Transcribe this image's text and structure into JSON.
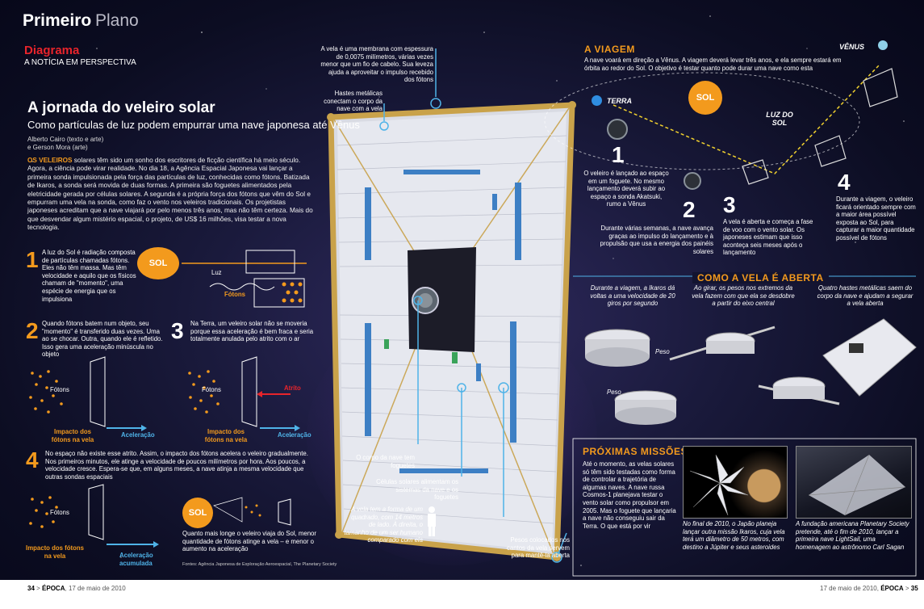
{
  "header": {
    "brand_bold": "Primeiro",
    "brand_light": "Plano",
    "section": "Diagrama",
    "section_sub": "A NOTÍCIA EM PERSPECTIVA"
  },
  "article": {
    "title": "A jornada do veleiro solar",
    "subtitle": "Como partículas de luz podem empurrar uma nave japonesa até Vênus",
    "credit_1": "Alberto Cairo (texto e arte)",
    "credit_2": "e Gerson Mora (arte)",
    "intro_lead": "OS VELEIROS",
    "intro": "solares têm sido um sonho dos escritores de ficção científica há meio século. Agora, a ciência pode virar realidade. No dia 18, a Agência Espacial Japonesa vai lançar a primeira sonda impulsionada pela força das partículas de luz, conhecidas como fótons. Batizada de Ikaros, a sonda será movida de duas formas. A primeira são foguetes alimentados pela eletricidade gerada por células solares. A segunda é a própria força dos fótons que vêm do Sol e empurram uma vela na sonda, como faz o vento nos veleiros tradicionais. Os projetistas japoneses acreditam que a nave viajará por pelo menos três anos, mas não têm certeza. Mais do que desvendar algum mistério espacial, o projeto, de US$ 16 milhões, visa testar a nova tecnologia."
  },
  "steps_left": {
    "s1_num": "1",
    "s1_text": "A luz do Sol é radiação composta de partículas chamadas fótons. Eles não têm massa. Mas têm velocidade e aquilo que os físicos chamam de \"momento\", uma espécie de energia que os impulsiona",
    "sol_label": "SOL",
    "luz_label": "Luz",
    "fotons_label": "Fótons",
    "s2_num": "2",
    "s2_text": "Quando fótons batem num objeto, seu \"momento\" é transferido duas vezes. Uma ao se chocar. Outra, quando ele é refletido. Isso gera uma aceleração minúscula no objeto",
    "s3_num": "3",
    "s3_text": "Na Terra, um veleiro solar não se moveria porque essa aceleração é bem fraca e seria totalmente anulada pelo atrito com o ar",
    "fotons_a": "Fótons",
    "impacto_a": "Impacto dos fótons na vela",
    "aceleracao_a": "Aceleração",
    "fotons_b": "Fótons",
    "atrito_b": "Atrito",
    "impacto_b": "Impacto dos fótons na vela",
    "aceleracao_b": "Aceleração",
    "s4_num": "4",
    "s4_text": "No espaço não existe esse atrito. Assim, o impacto dos fótons acelera o veleiro gradualmente. Nos primeiros minutos, ele atinge a velocidade de poucos milímetros por hora. Aos poucos, a velocidade cresce. Espera-se que, em alguns meses, a nave atinja a mesma velocidade que outras sondas espaciais",
    "fotons_c": "Fótons",
    "impacto_c": "Impacto dos fótons na vela",
    "aceleracao_c": "Aceleração acumulada",
    "sol_label_2": "SOL",
    "s5_text": "Quanto mais longe o veleiro viaja do Sol, menor quantidade de fótons atinge a vela – e menor o aumento na aceleração",
    "source": "Fontes: Agência Japonesa de Exploração Aeroespacial, The Planetary Society"
  },
  "sail": {
    "membrane": "A vela é uma membrana com espessura de 0,0075 milímetros, várias vezes menor que um fio de cabelo. Sua leveza ajuda a aproveitar o impulso recebido dos fótons",
    "rods": "Hastes metálicas conectam o corpo da nave com a vela",
    "body": "O corpo da nave tem foguetes",
    "cells": "Células solares alimentam os sistemas da nave e os foguetes",
    "square": "A vela tem a forma de um quadrado, com 14 metros de lado. À direita, o tamanho de um ser humano comparado com ela",
    "weights": "Pesos colocados nos cantos da vela servem para mantê-la aberta"
  },
  "voyage": {
    "title": "A VIAGEM",
    "intro": "A nave voará em direção a Vênus. A viagem deverá levar três anos, e ela sempre estará em órbita ao redor do Sol. O objetivo é testar quanto pode durar uma nave como esta",
    "venus": "VÊNUS",
    "terra": "TERRA",
    "sol": "SOL",
    "luz_do_sol": "LUZ DO SOL",
    "v1_num": "1",
    "v1_text": "O veleiro é lançado ao espaço em um foguete. No mesmo lançamento deverá subir ao espaço a sonda Akatsuki, rumo a Vênus",
    "v2_num": "2",
    "v2_text": "Durante várias semanas, a nave avança graças ao impulso do lançamento e à propulsão que usa a energia dos painéis solares",
    "v3_num": "3",
    "v3_text": "A vela é aberta e começa a fase de voo com o vento solar. Os japoneses estimam que isso aconteça seis meses após o lançamento",
    "v4_num": "4",
    "v4_text": "Durante a viagem, o veleiro ficará orientado sempre com a maior área possível exposta ao Sol, para capturar a maior quantidade possível de fótons"
  },
  "opening": {
    "title": "COMO A VELA É ABERTA",
    "o1": "Durante a viagem, a Ikaros dá voltas a uma velocidade de 20 giros por segundo",
    "o2": "Ao girar, os pesos nos extremos da vela fazem com que ela se desdobre a partir do eixo central",
    "o3": "Quatro hastes metálicas saem do corpo da nave e ajudam a segurar a vela aberta",
    "peso_1": "Peso",
    "peso_2": "Peso"
  },
  "missions": {
    "title": "PRÓXIMAS MISSÕES",
    "text": "Até o momento, as velas solares só têm sido testadas como forma de controlar a trajetória de algumas naves. A nave russa Cosmos-1 planejava testar o vento solar como propulsor em 2005. Mas o foguete que lançaria a nave não conseguiu sair da Terra. O que está por vir",
    "m1": "No final de 2010, o Japão planeja lançar outra missão Ikaros, cuja vela terá um diâmetro de 50 metros, com destino a Júpiter e seus asteroides",
    "m2": "A fundação americana Planetary Society pretende, até o fim de 2010, lançar a primeira nave LightSail, uma homenagem ao astrônomo Carl Sagan"
  },
  "footer": {
    "left_page": "34",
    "left_mag": "ÉPOCA",
    "left_date": "17 de maio de 2010",
    "right_date": "17 de maio de 2010",
    "right_mag": "ÉPOCA",
    "right_page": "35"
  },
  "colors": {
    "accent_orange": "#f39a1d",
    "accent_blue": "#4fb3e8",
    "accent_red": "#e8242b",
    "sail_blue": "#3d7fc4",
    "sail_green": "#3aa35a",
    "gold": "#c9a24a"
  }
}
